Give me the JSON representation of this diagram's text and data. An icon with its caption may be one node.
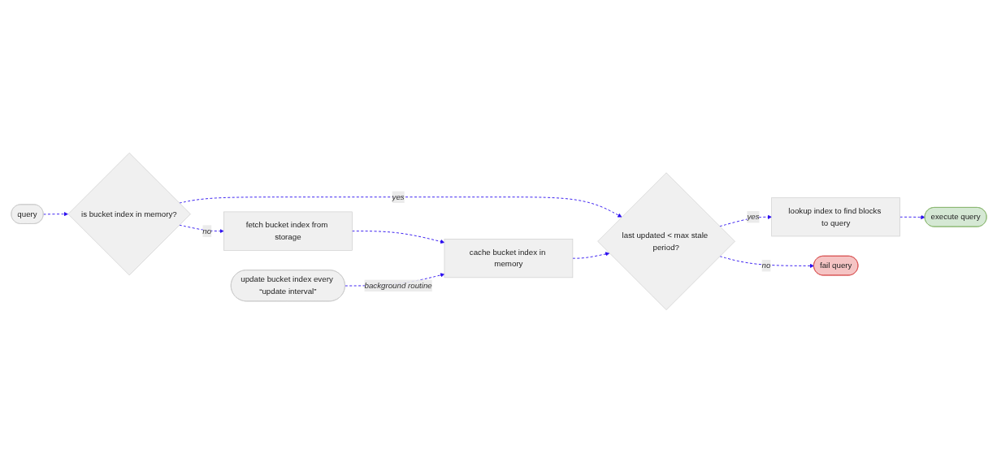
{
  "diagram": {
    "nodes": [
      {
        "text": [
          "query"
        ]
      },
      {
        "text": [
          "is bucket index in memory?"
        ]
      },
      {
        "text": [
          "last updated < max stale period?"
        ]
      },
      {
        "text": [
          "lookup index to find blocks to query"
        ]
      },
      {
        "text": [
          "execute query"
        ]
      },
      {
        "text": [
          "fetch bucket index from storage"
        ]
      },
      {
        "text": [
          "fail query"
        ]
      },
      {
        "text": [
          "cache bucket index in memory"
        ]
      },
      {
        "text": [
          "update bucket index every “update interval”"
        ]
      }
    ],
    "edges": [
      {
        "from": 0,
        "to": 1,
        "arrow": "to",
        "style": "dashed"
      },
      {
        "from": 1,
        "to": 2,
        "arrow": "to",
        "style": "dashed",
        "label": "yes"
      },
      {
        "from": 2,
        "to": 3,
        "arrow": "to",
        "style": "dashed",
        "label": "yes"
      },
      {
        "from": 3,
        "to": 4,
        "arrow": "to",
        "style": "dashed"
      },
      {
        "from": 1,
        "to": 5,
        "arrow": "to",
        "style": "dashed",
        "label": "no"
      },
      {
        "from": 2,
        "to": 6,
        "arrow": "to",
        "style": "dashed",
        "label": "no"
      },
      {
        "from": 5,
        "to": 7,
        "arrow": "to",
        "style": "dashed"
      },
      {
        "from": 7,
        "to": 2,
        "arrow": "to",
        "style": "dashed"
      },
      {
        "from": 8,
        "to": 7,
        "arrow": "to",
        "style": "dashed",
        "label": "background routine"
      }
    ]
  }
}
